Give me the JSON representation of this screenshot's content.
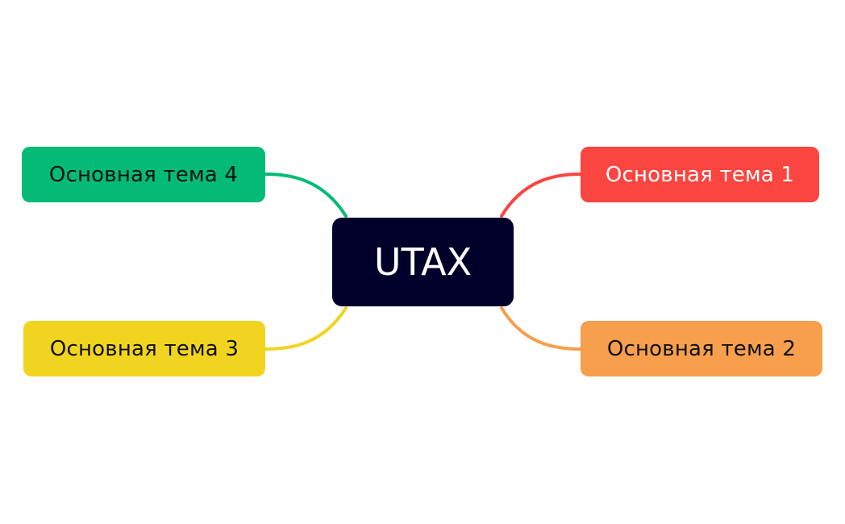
{
  "central": {
    "label": "UTAX",
    "color": "#01002a",
    "text_color": "#ffffff"
  },
  "topics": [
    {
      "label": "Основная тема 1",
      "color": "#fb4540",
      "text_color": "#ffffff"
    },
    {
      "label": "Основная тема 2",
      "color": "#f79f4c",
      "text_color": "#111111"
    },
    {
      "label": "Основная тема 3",
      "color": "#f1d420",
      "text_color": "#111111"
    },
    {
      "label": "Основная тема 4",
      "color": "#03bb77",
      "text_color": "#111111"
    }
  ]
}
